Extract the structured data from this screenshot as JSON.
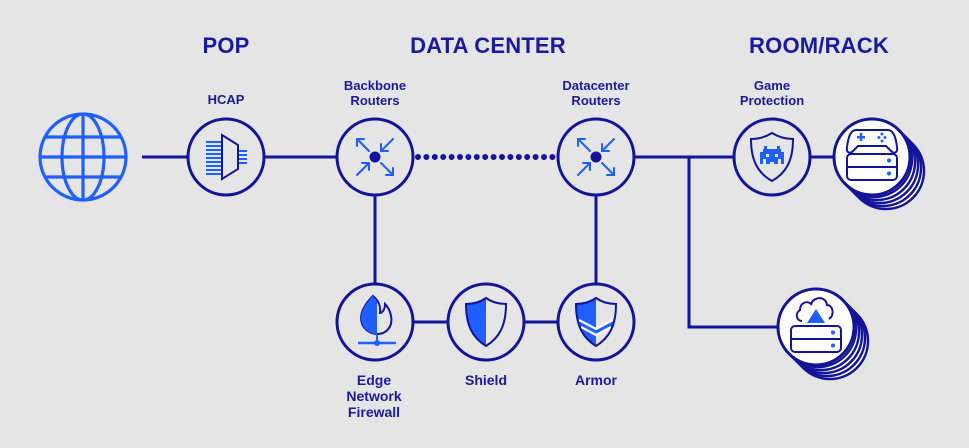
{
  "colors": {
    "background": "#e5e5e5",
    "navy": "#14149a",
    "accent": "#1f5fff",
    "node_fill": "#e5e5e5",
    "server_fill": "#ffffff"
  },
  "sections": [
    {
      "id": "pop",
      "title": "POP"
    },
    {
      "id": "datacenter",
      "title": "DATA CENTER"
    },
    {
      "id": "roomrack",
      "title": "ROOM/RACK"
    }
  ],
  "nodes": [
    {
      "id": "internet",
      "icon": "globe-icon",
      "label": ""
    },
    {
      "id": "hcap",
      "icon": "hcap-funnel-icon",
      "label": "HCAP"
    },
    {
      "id": "backbone",
      "icon": "router-icon",
      "label": "Backbone\nRouters"
    },
    {
      "id": "dcrouters",
      "icon": "router-icon",
      "label": "Datacenter\nRouters"
    },
    {
      "id": "gameprot",
      "icon": "shield-invader-icon",
      "label": "Game\nProtection"
    },
    {
      "id": "gameservers",
      "icon": "gamepad-server-stack-icon",
      "label": ""
    },
    {
      "id": "cloudservers",
      "icon": "cloud-server-stack-icon",
      "label": ""
    },
    {
      "id": "firewall",
      "icon": "flame-network-icon",
      "label": "Edge\nNetwork\nFirewall"
    },
    {
      "id": "shield",
      "icon": "half-shield-icon",
      "label": "Shield"
    },
    {
      "id": "armor",
      "icon": "chevron-shield-icon",
      "label": "Armor"
    }
  ],
  "links": [
    {
      "from": "internet",
      "to": "hcap",
      "style": "solid"
    },
    {
      "from": "hcap",
      "to": "backbone",
      "style": "solid"
    },
    {
      "from": "backbone",
      "to": "dcrouters",
      "style": "dotted"
    },
    {
      "from": "dcrouters",
      "to": "gameprot",
      "style": "solid"
    },
    {
      "from": "gameprot",
      "to": "gameservers",
      "style": "solid"
    },
    {
      "from": "dcrouters",
      "to": "cloudservers",
      "style": "solid"
    },
    {
      "from": "backbone",
      "to": "firewall",
      "style": "solid"
    },
    {
      "from": "firewall",
      "to": "shield",
      "style": "solid"
    },
    {
      "from": "shield",
      "to": "armor",
      "style": "solid"
    },
    {
      "from": "armor",
      "to": "dcrouters",
      "style": "solid"
    }
  ]
}
